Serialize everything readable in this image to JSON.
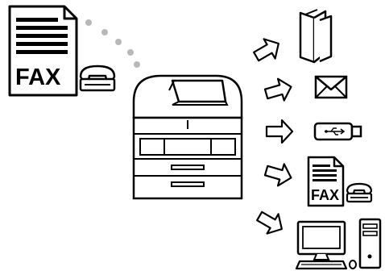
{
  "source_fax": {
    "label": "FAX",
    "icon": "fax-document-icon"
  },
  "destinations": [
    {
      "name": "folder-destination",
      "icon": "folder-icon"
    },
    {
      "name": "email-destination",
      "icon": "envelope-icon"
    },
    {
      "name": "usb-destination",
      "icon": "usb-drive-icon"
    },
    {
      "name": "fax-destination",
      "icon": "fax-document-icon",
      "label": "FAX"
    },
    {
      "name": "computer-destination",
      "icon": "desktop-computer-icon"
    }
  ],
  "colors": {
    "line": "#000000",
    "dots": "#b8b8b8",
    "background": "#ffffff"
  }
}
